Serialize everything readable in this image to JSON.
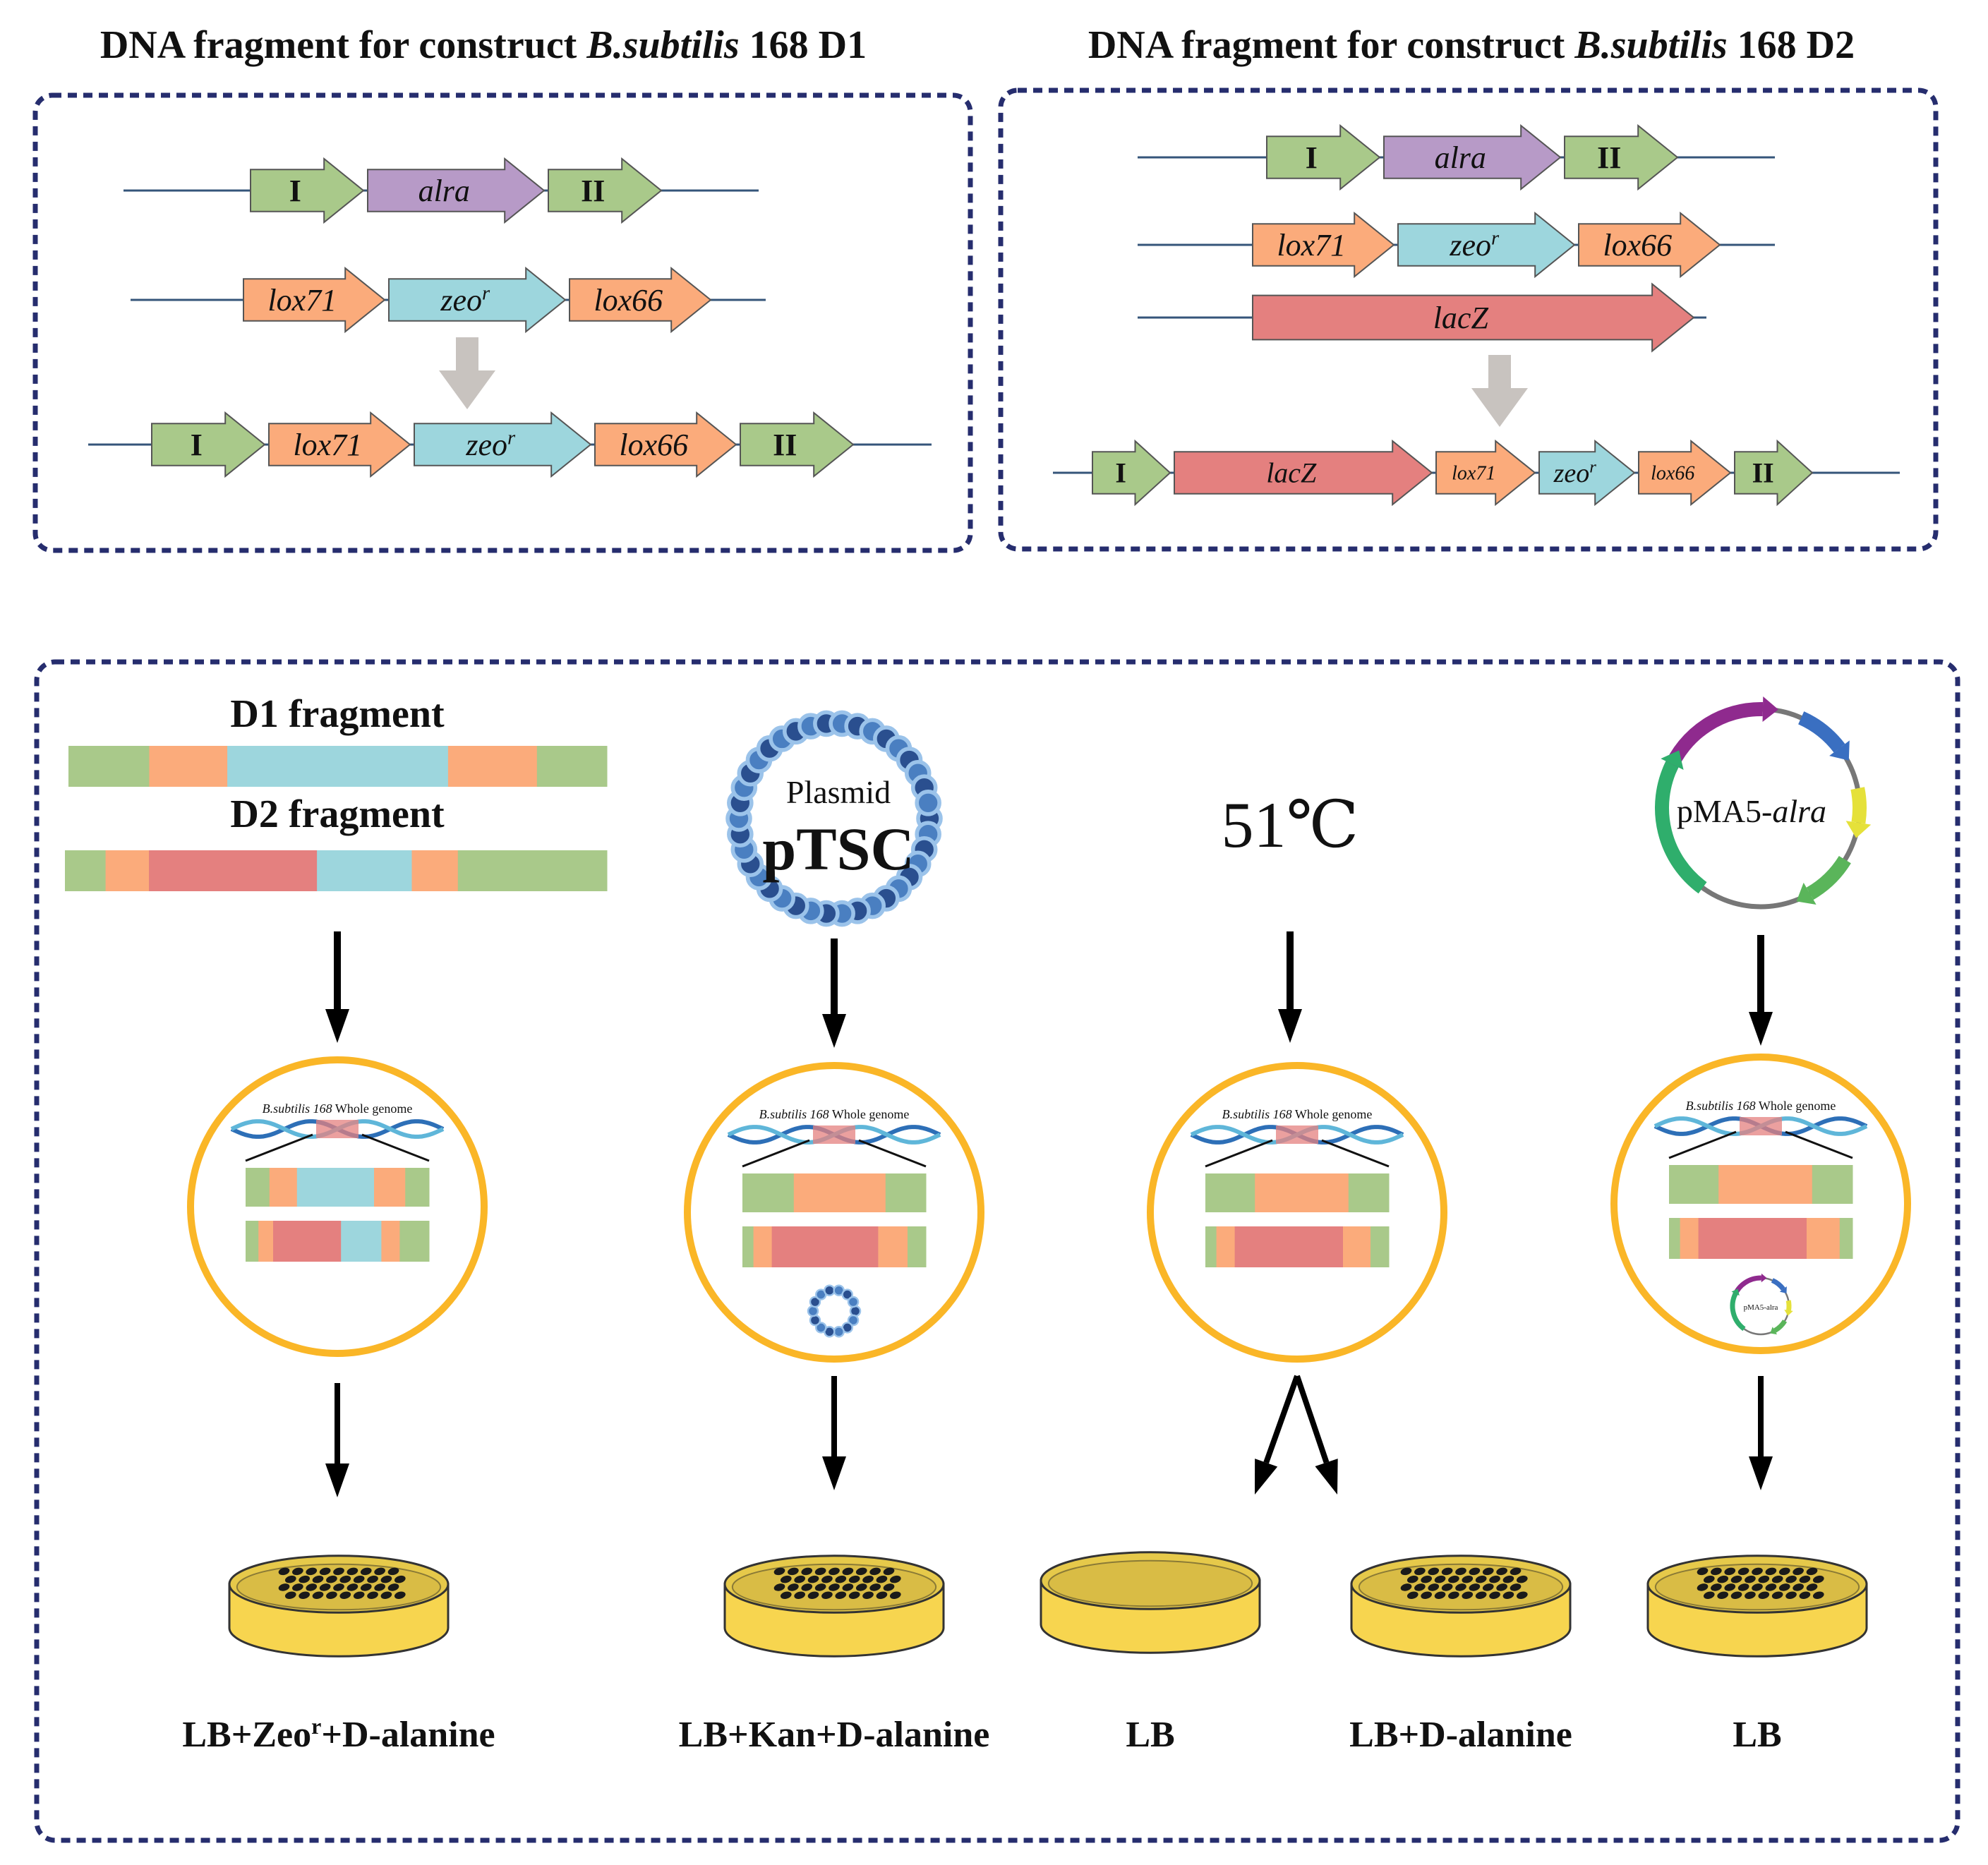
{
  "panel_d1": {
    "title_prefix": "DNA fragment for construct ",
    "title_species": "B.subtilis",
    "title_suffix": " 168 D1",
    "rows": [
      [
        {
          "label": "I",
          "color": "green"
        },
        {
          "label": "alra",
          "color": "purple",
          "italic": true
        },
        {
          "label": "II",
          "color": "green"
        }
      ],
      [
        {
          "label": "lox71",
          "color": "orange",
          "italic": true
        },
        {
          "label": "zeo",
          "sup": "r",
          "color": "cyan",
          "italic": true
        },
        {
          "label": "lox66",
          "color": "orange",
          "italic": true
        }
      ],
      [
        {
          "label": "I",
          "color": "green"
        },
        {
          "label": "lox71",
          "color": "orange",
          "italic": true
        },
        {
          "label": "zeo",
          "sup": "r",
          "color": "cyan",
          "italic": true
        },
        {
          "label": "lox66",
          "color": "orange",
          "italic": true
        },
        {
          "label": "II",
          "color": "green"
        }
      ]
    ]
  },
  "panel_d2": {
    "title_prefix": "DNA fragment for construct ",
    "title_species": "B.subtilis",
    "title_suffix": " 168 D2",
    "rows": [
      [
        {
          "label": "I",
          "color": "green"
        },
        {
          "label": "alra",
          "color": "purple",
          "italic": true
        },
        {
          "label": "II",
          "color": "green"
        }
      ],
      [
        {
          "label": "lox71",
          "color": "orange",
          "italic": true
        },
        {
          "label": "zeo",
          "sup": "r",
          "color": "cyan",
          "italic": true
        },
        {
          "label": "lox66",
          "color": "orange",
          "italic": true
        }
      ],
      [
        {
          "label": "lacZ",
          "color": "red",
          "italic": true
        }
      ],
      [
        {
          "label": "I",
          "color": "green"
        },
        {
          "label": "lacZ",
          "color": "red",
          "italic": true
        },
        {
          "label": "lox71",
          "color": "orange",
          "italic": true
        },
        {
          "label": "zeo",
          "sup": "r",
          "color": "cyan",
          "italic": true
        },
        {
          "label": "lox66",
          "color": "orange",
          "italic": true
        },
        {
          "label": "II",
          "color": "green"
        }
      ]
    ]
  },
  "workflow": {
    "fragments": [
      {
        "label": "D1 fragment",
        "segments": [
          "green",
          "orange",
          "cyan",
          "orange",
          "green"
        ]
      },
      {
        "label": "D2 fragment",
        "segments": [
          "green",
          "orange",
          "red",
          "cyan",
          "orange",
          "green"
        ]
      }
    ],
    "plasmid_ptsc": {
      "line1": "Plasmid",
      "line2": "pTSC"
    },
    "temperature": "51℃",
    "plasmid_pma5": {
      "prefix": "pMA5-",
      "italic": "alra"
    },
    "genome_label": {
      "species": "B.subtilis 168",
      "rest": " Whole genome"
    },
    "mini_plasmid_label": "pMA5-alra",
    "media": [
      {
        "text": "LB+Zeo",
        "sup": "r",
        "tail": "+D-alanine"
      },
      {
        "text": "LB+Kan+D-alanine"
      },
      {
        "text": "LB"
      },
      {
        "text": "LB+D-alanine"
      },
      {
        "text": "LB"
      }
    ]
  },
  "colors": {
    "green": "#a9c98a",
    "orange": "#fbab7b",
    "cyan": "#9dd6dd",
    "red": "#e4807f",
    "purple": "#b79ac7",
    "dashed_border": "#262d6e",
    "circle_outline": "#fab627",
    "dna_line": "#35557a",
    "big_arrow": "#c8c3bf",
    "agar": "#f7d54f",
    "colony": "#1a1a1a"
  }
}
